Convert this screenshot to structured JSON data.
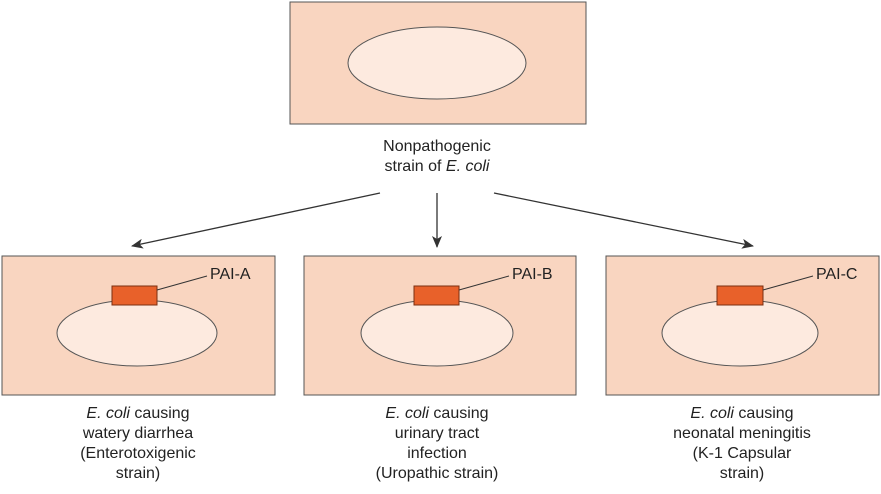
{
  "top": {
    "caption_line1": "Nonpathogenic",
    "caption_line2_prefix": "strain of ",
    "caption_line2_italic": "E. coli"
  },
  "strains": [
    {
      "pai_label": "PAI-A",
      "caption_italic": "E. coli",
      "caption_rest": " causing",
      "lines": [
        "watery diarrhea",
        "(Enterotoxigenic",
        "strain)"
      ]
    },
    {
      "pai_label": "PAI-B",
      "caption_italic": "E. coli",
      "caption_rest": " causing",
      "lines": [
        "urinary tract",
        "infection",
        "(Uropathic strain)"
      ]
    },
    {
      "pai_label": "PAI-C",
      "caption_italic": "E. coli",
      "caption_rest": " causing",
      "lines": [
        "neonatal meningitis",
        "(K-1 Capsular",
        "strain)"
      ]
    }
  ],
  "colors": {
    "box_fill": "#f9d5c0",
    "box_stroke": "#555555",
    "ellipse_fill": "#fdeadf",
    "pai_fill": "#e8612a",
    "pai_stroke": "#7a2e10",
    "arrow": "#333333"
  }
}
